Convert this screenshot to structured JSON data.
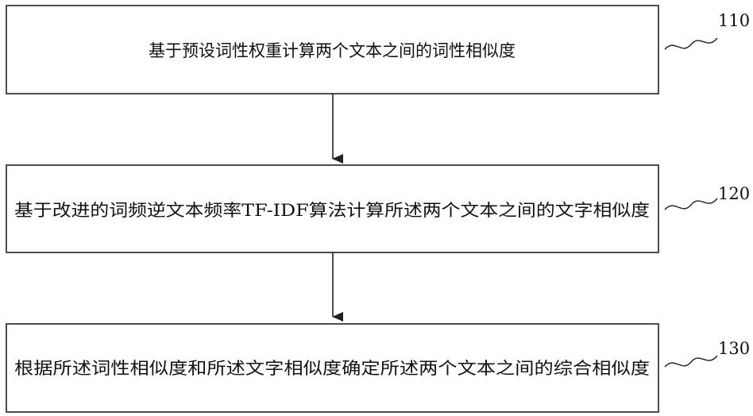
{
  "steps": [
    {
      "number": "110",
      "text": "基于预设词性权重计算两个文本之间的词性相似度"
    },
    {
      "number": "120",
      "text": "基于改进的词频逆文本频率TF-IDF算法计算所述两个文本之间的文字相似度"
    },
    {
      "number": "130",
      "text": "根据所述词性相似度和所述文字相似度确定所述两个文本之间的综合相似度"
    }
  ]
}
